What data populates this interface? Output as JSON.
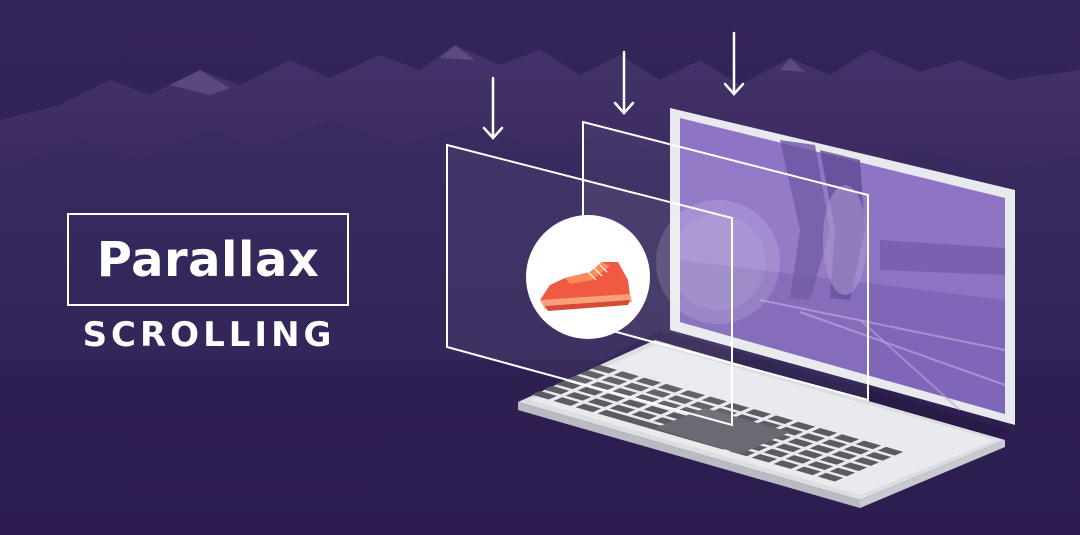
{
  "hero": {
    "title": "Parallax",
    "subtitle": "SCROLLING"
  },
  "colors": {
    "background": "#2f2052",
    "mountain": "#3d2c60",
    "screen_tint": "#8f74c6",
    "shoe": "#f05a43",
    "white": "#ffffff"
  },
  "illustration": {
    "subject": "laptop-with-parallax-layers",
    "layers": 3,
    "arrow_icon": "down-arrow-icon",
    "product_icon": "running-shoe-icon"
  }
}
